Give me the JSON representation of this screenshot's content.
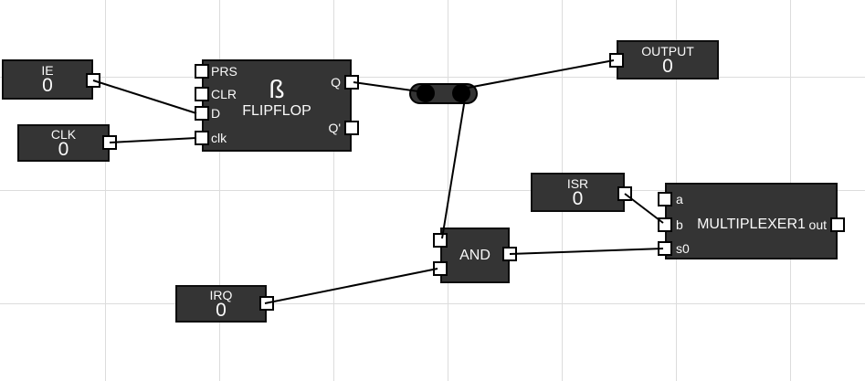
{
  "colors": {
    "background": "#ffffff",
    "grid_line": "#dcdcdc",
    "block_fill": "#343434",
    "block_border": "#0d0d0d",
    "port_fill": "#ffffff",
    "wire": "#000000",
    "text": "#fafafa"
  },
  "nodes": {
    "ie": {
      "label": "IE",
      "value": "0"
    },
    "clk": {
      "label": "CLK",
      "value": "0"
    },
    "irq": {
      "label": "IRQ",
      "value": "0"
    },
    "isr": {
      "label": "ISR",
      "value": "0"
    },
    "output": {
      "label": "OUTPUT",
      "value": "0"
    },
    "flipflop": {
      "label": "FLIPFLOP",
      "symbol": "ß",
      "ports": {
        "prs": "PRS",
        "clr": "CLR",
        "d": "D",
        "clk": "clk",
        "q": "Q",
        "qn": "Q'"
      }
    },
    "and_gate": {
      "label": "AND"
    },
    "mux": {
      "label": "MULTIPLEXER1",
      "ports": {
        "a": "a",
        "b": "b",
        "s0": "s0",
        "out": "out"
      }
    }
  }
}
